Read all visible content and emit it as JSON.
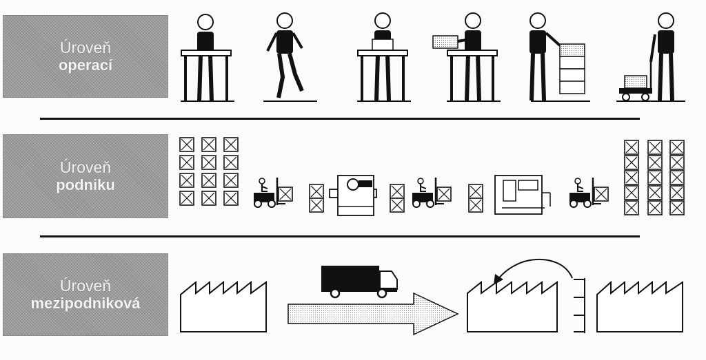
{
  "levels": [
    {
      "line1": "Úroveň",
      "line2": "operací"
    },
    {
      "line1": "Úroveň",
      "line2": "podniku"
    },
    {
      "line1": "Úroveň",
      "line2": "mezipodniková"
    }
  ],
  "colors": {
    "label_bg": "#9a9a9a",
    "ink": "#111111",
    "label_text": "#f4f4f4"
  },
  "icons": [
    "worker-at-table-icon",
    "walking-worker-icon",
    "worker-with-box-icon",
    "worker-carrying-box-icon",
    "worker-stacking-boxes-icon",
    "worker-with-cart-icon",
    "rack-icon",
    "forklift-icon",
    "box-icon",
    "machine-icon",
    "truck-icon",
    "factory-icon",
    "arrow-icon"
  ]
}
